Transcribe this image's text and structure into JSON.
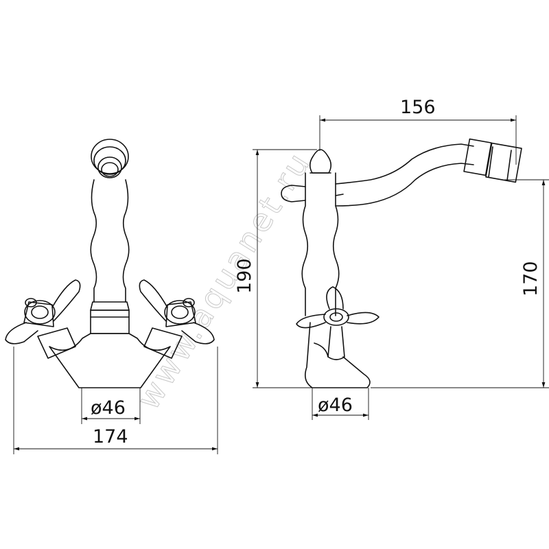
{
  "watermark": "www.aquanet.ru",
  "front_view": {
    "base_diameter": "ø46",
    "overall_width": "174"
  },
  "side_view": {
    "spout_reach": "156",
    "overall_height": "190",
    "spout_height": "170",
    "base_diameter": "ø46"
  },
  "colors": {
    "line": "#111111",
    "watermark": "#c8c8c8",
    "background": "#ffffff"
  }
}
